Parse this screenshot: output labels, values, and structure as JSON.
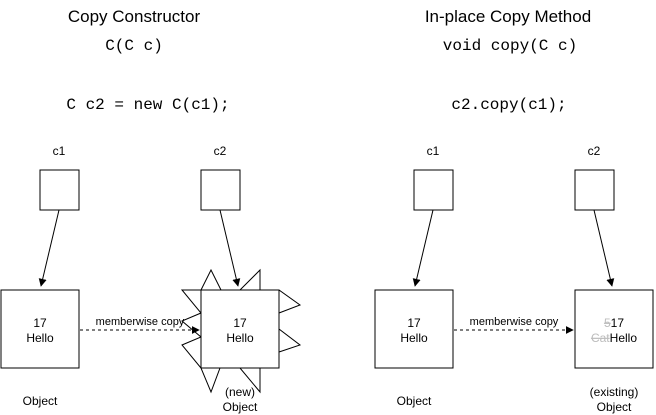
{
  "left": {
    "title": "Copy Constructor",
    "signature": "C(C c)",
    "call": "C c2 = new C(c1);",
    "ref1": "c1",
    "ref2": "c2",
    "src_value": "17",
    "src_text": "Hello",
    "dst_value": "17",
    "dst_text": "Hello",
    "arrow_label": "memberwise copy",
    "src_caption": "Object",
    "dst_caption_1": "(new)",
    "dst_caption_2": "Object"
  },
  "right": {
    "title": "In-place Copy Method",
    "signature": "void copy(C c)",
    "call": "c2.copy(c1);",
    "ref1": "c1",
    "ref2": "c2",
    "src_value": "17",
    "src_text": "Hello",
    "dst_old_value": "5",
    "dst_value": "17",
    "dst_old_text": "Cat",
    "dst_text": "Hello",
    "arrow_label": "memberwise copy",
    "src_caption": "Object",
    "dst_caption_1": "(existing)",
    "dst_caption_2": "Object"
  },
  "colors": {
    "stroke": "#000000",
    "ghost_text": "#bdbdbd"
  }
}
